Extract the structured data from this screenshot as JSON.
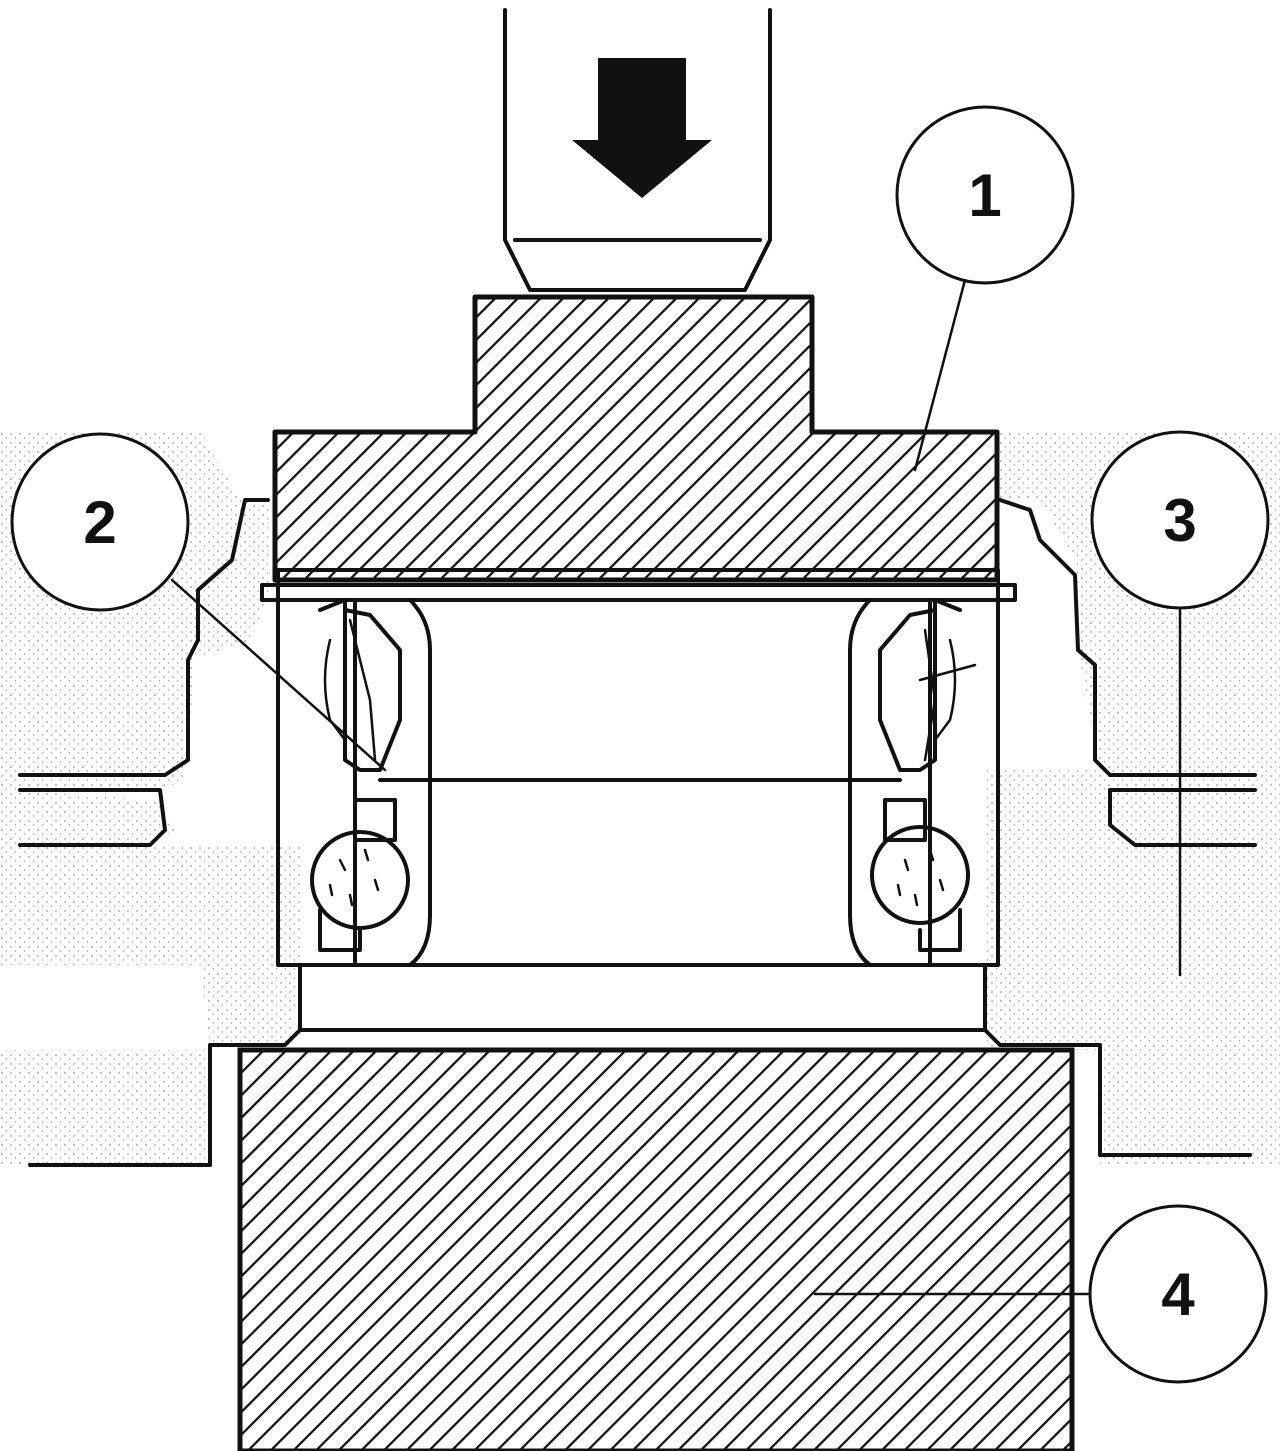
{
  "callouts": [
    {
      "id": "1",
      "label": "1"
    },
    {
      "id": "2",
      "label": "2"
    },
    {
      "id": "3",
      "label": "3"
    },
    {
      "id": "4",
      "label": "4"
    }
  ],
  "colors": {
    "ink": "#111111",
    "paper": "#ffffff",
    "stipple": "#9a9a9a"
  }
}
